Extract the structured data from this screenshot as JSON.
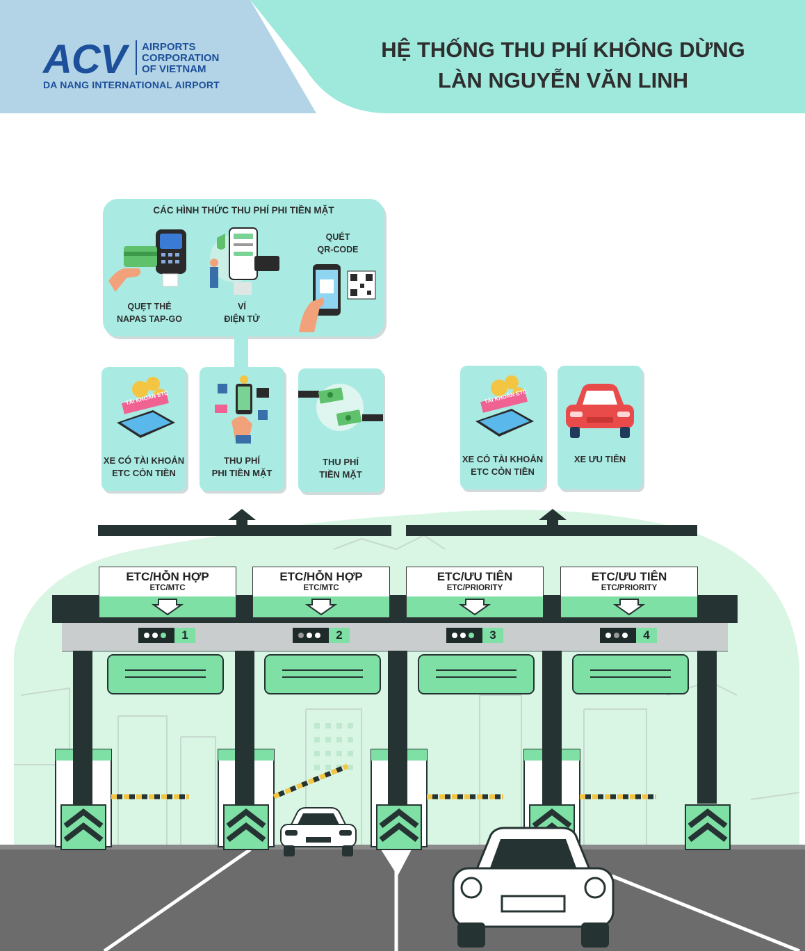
{
  "header": {
    "logo_text": "ACV",
    "logo_line1": "AIRPORTS",
    "logo_line2": "CORPORATION",
    "logo_line3": "OF VIETNAM",
    "logo_sub": "DA NANG INTERNATIONAL AIRPORT",
    "title_line1": "HỆ THỐNG THU PHÍ KHÔNG DỪNG",
    "title_line2": "LÀN NGUYỄN VĂN LINH"
  },
  "cashless": {
    "title": "CÁC HÌNH THỨC THU PHÍ PHI TIỀN MẶT",
    "methods": [
      {
        "line1": "QUẸT THẺ",
        "line2": "NAPAS TAP-GO",
        "icon": "card-reader-icon"
      },
      {
        "line1": "VÍ",
        "line2": "ĐIỆN TỬ",
        "icon": "e-wallet-icon"
      },
      {
        "line1": "QUÉT",
        "line2": "QR-CODE",
        "icon": "qr-code-icon"
      }
    ]
  },
  "cards_left": [
    {
      "line1": "XE CÓ TÀI KHOẢN",
      "line2": "ETC CÒN TIỀN",
      "icon": "etc-account-icon",
      "badge": "TÀI KHOẢN ETC"
    },
    {
      "line1": "THU PHÍ",
      "line2": "PHI TIỀN MẶT",
      "icon": "cashless-payment-icon"
    },
    {
      "line1": "THU PHÍ",
      "line2": "TIỀN MẶT",
      "icon": "cash-payment-icon"
    }
  ],
  "cards_right": [
    {
      "line1": "XE CÓ TÀI KHOẢN",
      "line2": "ETC CÒN TIỀN",
      "icon": "etc-account-icon",
      "badge": "TÀI KHOẢN ETC"
    },
    {
      "line1": "XE ƯU TIÊN",
      "line2": "",
      "icon": "red-car-icon"
    }
  ],
  "lanes": [
    {
      "main": "ETC/HỖN HỢP",
      "sub": "ETC/MTC",
      "number": "1"
    },
    {
      "main": "ETC/HỖN HỢP",
      "sub": "ETC/MTC",
      "number": "2"
    },
    {
      "main": "ETC/ƯU TIÊN",
      "sub": "ETC/PRIORITY",
      "number": "3"
    },
    {
      "main": "ETC/ƯU TIÊN",
      "sub": "ETC/PRIORITY",
      "number": "4"
    }
  ],
  "colors": {
    "brand_blue": "#1d4f9a",
    "header_left_bg": "#b3d4e6",
    "header_right_bg": "#9ee8dc",
    "card_bg": "#a9ebe3",
    "lane_green": "#7fe0a5",
    "structure_dark": "#1f2a2a",
    "road": "#6c6c6c"
  }
}
